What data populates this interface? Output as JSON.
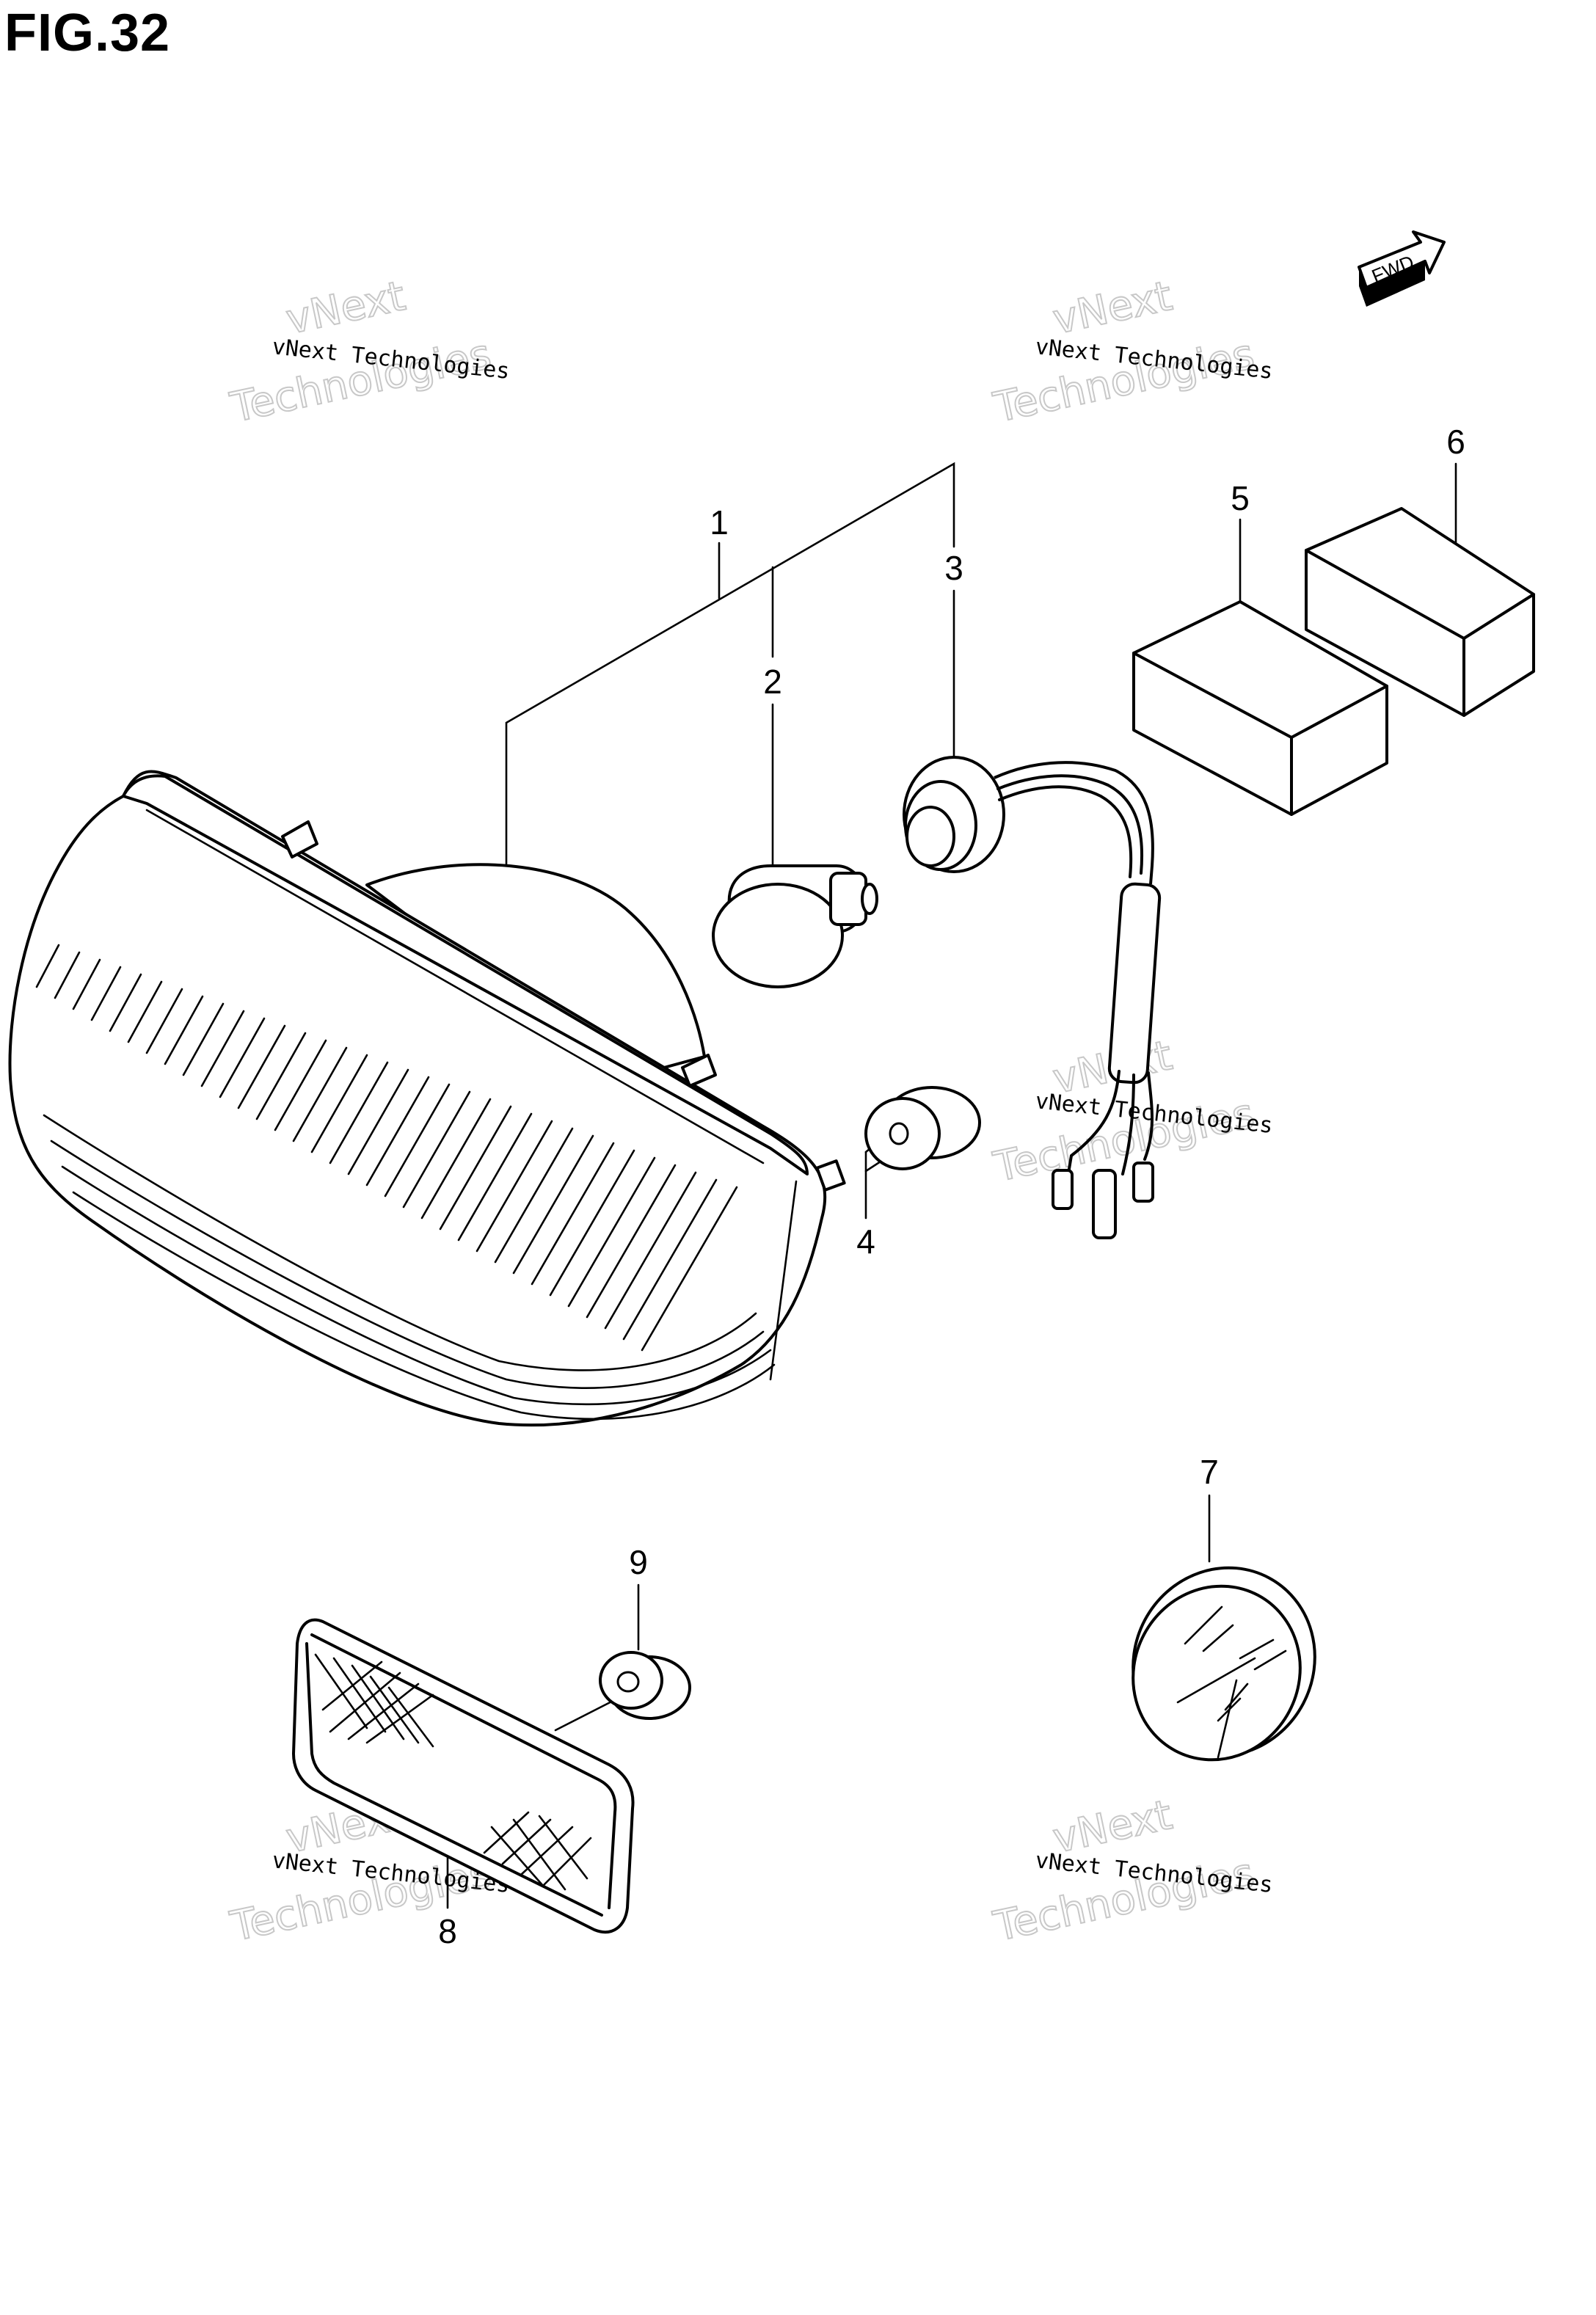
{
  "figure": {
    "title": "FIG.32"
  },
  "fwd_label": "FWD",
  "callouts": [
    {
      "id": "1",
      "label": "1"
    },
    {
      "id": "2",
      "label": "2"
    },
    {
      "id": "3",
      "label": "3"
    },
    {
      "id": "4",
      "label": "4"
    },
    {
      "id": "5",
      "label": "5"
    },
    {
      "id": "6",
      "label": "6"
    },
    {
      "id": "7",
      "label": "7"
    },
    {
      "id": "8",
      "label": "8"
    },
    {
      "id": "9",
      "label": "9"
    }
  ],
  "watermark": {
    "line1": "vNext Technologies",
    "big1": "vNext",
    "big2": "Technologies"
  }
}
